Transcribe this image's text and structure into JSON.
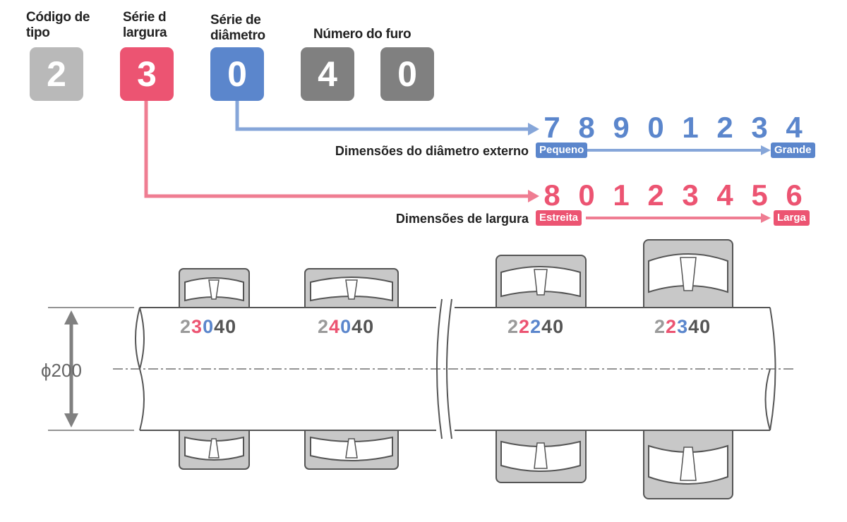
{
  "colors": {
    "type_gray": "#b9b9b9",
    "width_red": "#ec5472",
    "width_line": "#ef7d92",
    "diam_blue": "#5b86cc",
    "diam_line": "#86a6d9",
    "bore_gray": "#808080",
    "dark_text": "#222222",
    "code_gray": "#9a9a9a",
    "code_dark": "#555555"
  },
  "header": {
    "type_label": [
      "Código de",
      "tipo"
    ],
    "width_label": [
      "Série d",
      "largura"
    ],
    "diam_label": [
      "Série de",
      "diâmetro"
    ],
    "bore_label": "Número do furo"
  },
  "digits": {
    "type": "2",
    "width": "3",
    "diameter": "0",
    "bore1": "4",
    "bore2": "0"
  },
  "diameter_scale": {
    "digits": [
      "7",
      "8",
      "9",
      "0",
      "1",
      "2",
      "3",
      "4"
    ],
    "label": "Dimensões do diâmetro externo",
    "small": "Pequeno",
    "large": "Grande"
  },
  "width_scale": {
    "digits": [
      "8",
      "0",
      "1",
      "2",
      "3",
      "4",
      "5",
      "6"
    ],
    "label": "Dimensões de largura",
    "narrow": "Estreita",
    "wide": "Larga"
  },
  "shaft": {
    "diameter_label": "ϕ200"
  },
  "bearings": [
    {
      "code": [
        "2",
        "3",
        "0",
        "40"
      ]
    },
    {
      "code": [
        "2",
        "4",
        "0",
        "40"
      ]
    },
    {
      "code": [
        "2",
        "2",
        "2",
        "40"
      ]
    },
    {
      "code": [
        "2",
        "2",
        "3",
        "40"
      ]
    }
  ]
}
